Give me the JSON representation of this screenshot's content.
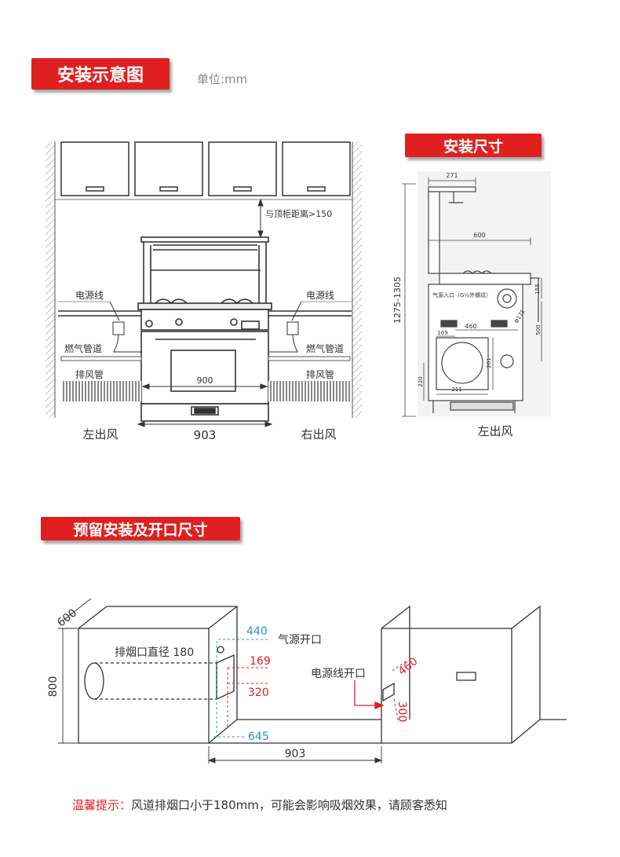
{
  "section1": {
    "title": "安装示意图",
    "unit": "单位:mm",
    "labels": {
      "clearance": "与顶柜距离>150",
      "power_left": "电源线",
      "power_right": "电源线",
      "gas_left": "燃气管道",
      "gas_right": "燃气管道",
      "exhaust_left": "排风管",
      "exhaust_right": "排风管",
      "oven_width": "900",
      "total_width": "903",
      "left_outlet": "左出风",
      "right_outlet": "右出风"
    }
  },
  "section2": {
    "title": "安装尺寸",
    "labels": {
      "w271": "271",
      "w600": "600",
      "height_range": "1275-1305",
      "gas_inlet": "气源入口（G½外螺纹）",
      "d155": "155",
      "d460": "460",
      "d169": "169",
      "d500": "500",
      "d171": "Φ171",
      "d201": "201",
      "d220": "220",
      "d211": "211",
      "left_outlet": "左出风"
    }
  },
  "section3": {
    "title": "预留安装及开口尺寸",
    "labels": {
      "depth600": "600",
      "height800": "800",
      "exhaust_diameter": "排烟口直径 180",
      "d440": "440",
      "gas_opening": "气源开口",
      "d169": "169",
      "d320": "320",
      "d645": "645",
      "d903": "903",
      "power_opening": "电源线开口",
      "d460": "460",
      "d300": "300"
    }
  },
  "tip": {
    "label": "温馨提示：",
    "text": "风道排烟口小于180mm，可能会影响吸烟效果，请顾客悉知"
  }
}
